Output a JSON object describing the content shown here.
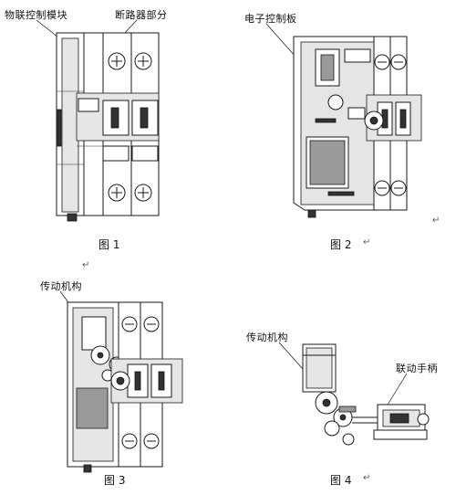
{
  "figures": [
    {
      "caption": "图 1",
      "callouts": [
        {
          "text": "物联控制模块"
        },
        {
          "text": "断路器部分"
        }
      ]
    },
    {
      "caption": "图 2",
      "callouts": [
        {
          "text": "电子控制板"
        }
      ]
    },
    {
      "caption": "图 3",
      "callouts": [
        {
          "text": "传动机构"
        }
      ]
    },
    {
      "caption": "图 4",
      "callouts": [
        {
          "text": "传动机构"
        },
        {
          "text": "联动手柄"
        }
      ]
    }
  ],
  "return_mark": "↵"
}
